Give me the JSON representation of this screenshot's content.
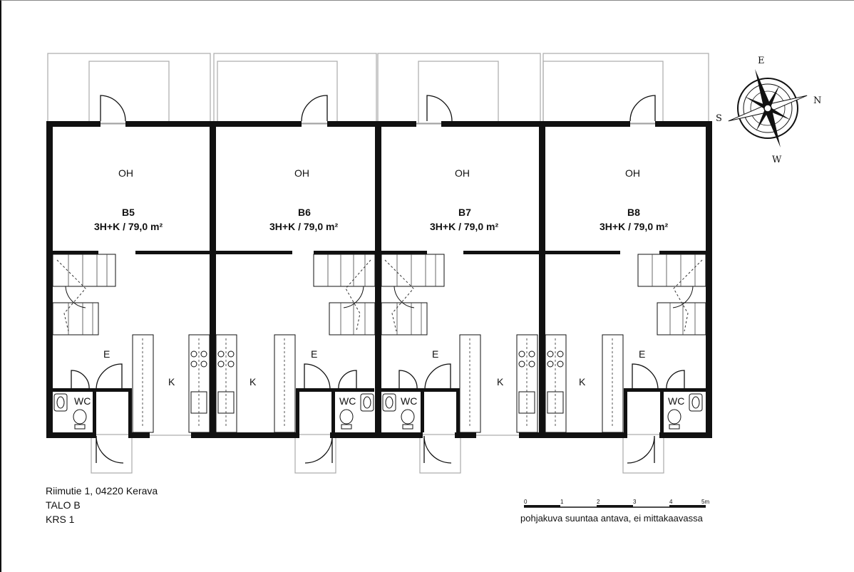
{
  "units": [
    {
      "id": "B5",
      "area": "3H+K / 79,0 m²",
      "oh": "OH",
      "e": "E",
      "k": "K",
      "wc": "WC"
    },
    {
      "id": "B6",
      "area": "3H+K / 79,0 m²",
      "oh": "OH",
      "e": "E",
      "k": "K",
      "wc": "WC"
    },
    {
      "id": "B7",
      "area": "3H+K / 79,0 m²",
      "oh": "OH",
      "e": "E",
      "k": "K",
      "wc": "WC"
    },
    {
      "id": "B8",
      "area": "3H+K / 79,0 m²",
      "oh": "OH",
      "e": "E",
      "k": "K",
      "wc": "WC"
    }
  ],
  "compass": {
    "n": "N",
    "e": "E",
    "s": "S",
    "w": "W"
  },
  "address": {
    "line1": "Riimutie 1, 04220 Kerava",
    "line2": "TALO B",
    "line3": "KRS 1"
  },
  "scale": {
    "ticks": [
      "0",
      "1",
      "2",
      "3",
      "4",
      "5m"
    ],
    "note": "pohjakuva suuntaa antava, ei mittakaavassa"
  }
}
